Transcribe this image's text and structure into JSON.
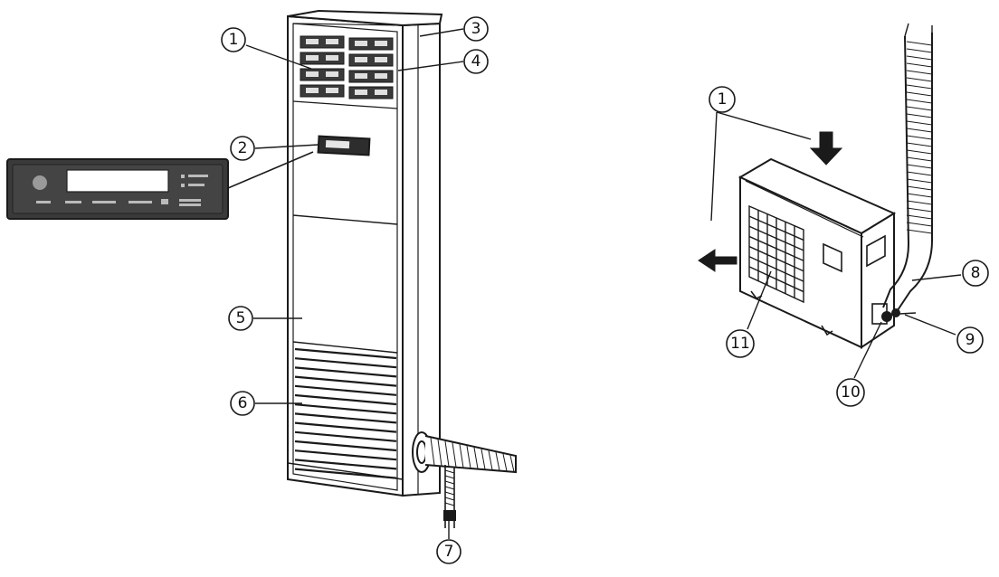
{
  "callouts": {
    "c1a": "1",
    "c2": "2",
    "c3": "3",
    "c4": "4",
    "c5": "5",
    "c6": "6",
    "c7": "7",
    "c1b": "1",
    "c8": "8",
    "c9": "9",
    "c10": "10",
    "c11": "11"
  },
  "colors": {
    "ink": "#1a1a1a",
    "panel": "#3a3a3a",
    "panel_dark": "#2a2a2a",
    "grille": "#4a4a4a",
    "background": "#ffffff"
  }
}
